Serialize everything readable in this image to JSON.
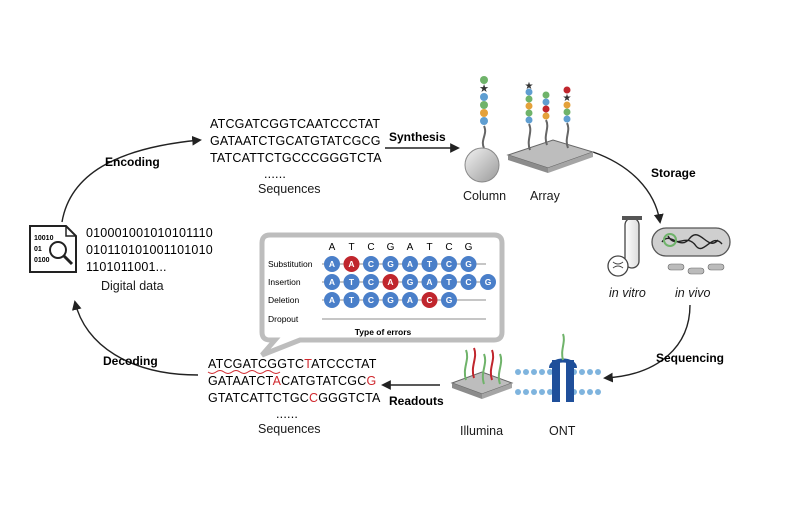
{
  "cycle_steps": {
    "encoding": "Encoding",
    "synthesis": "Synthesis",
    "storage": "Storage",
    "sequencing": "Sequencing",
    "readouts": "Readouts",
    "decoding": "Decoding"
  },
  "digital_data": {
    "bits": [
      "010001001010101110",
      "010110101001101010",
      "1101011001..."
    ],
    "label": "Digital data",
    "icon_text": [
      "10010",
      "01",
      "0100"
    ]
  },
  "encoded_sequences": {
    "lines": [
      "ATCGATCGGTCAATCCCTAT",
      "GATAATCTGCATGTATCGCG",
      "TATCATTCTGCCCGGGTCTA"
    ],
    "ellipsis": "......",
    "label": "Sequences"
  },
  "synthesis_platforms": {
    "column": "Column",
    "array": "Array"
  },
  "storage_modes": {
    "in_vitro": "in vitro",
    "in_vivo": "in vivo"
  },
  "sequencing_platforms": {
    "illumina": "Illumina",
    "ont": "ONT"
  },
  "readout_sequences": {
    "lines": [
      [
        {
          "t": "ATCGATCGGTC",
          "err": false
        },
        {
          "t": "T",
          "err": true
        },
        {
          "t": "ATCCCTAT",
          "err": false
        }
      ],
      [
        {
          "t": "GATAATCT",
          "err": false
        },
        {
          "t": "A",
          "err": true
        },
        {
          "t": "CATGTATCGC",
          "err": false
        },
        {
          "t": "G",
          "err": true
        }
      ],
      [
        {
          "t": "GTATCATTCTGC",
          "err": false
        },
        {
          "t": "C",
          "err": true
        },
        {
          "t": "GGGTCTA",
          "err": false
        }
      ]
    ],
    "ellipsis": "......",
    "label": "Sequences"
  },
  "error_panel": {
    "header": [
      "A",
      "T",
      "C",
      "G",
      "A",
      "T",
      "C",
      "G"
    ],
    "rows": [
      {
        "label": "Substitution",
        "bases": [
          "A",
          "A",
          "C",
          "G",
          "A",
          "T",
          "C",
          "G"
        ],
        "error_index": 1
      },
      {
        "label": "Insertion",
        "bases": [
          "A",
          "T",
          "C",
          "A",
          "G",
          "A",
          "T",
          "C",
          "G"
        ],
        "error_index": 3
      },
      {
        "label": "Deletion",
        "bases": [
          "A",
          "T",
          "C",
          "G",
          "A",
          "C",
          "G"
        ],
        "error_index": 5
      },
      {
        "label": "Dropout",
        "bases": [],
        "error_index": -1
      }
    ],
    "footer": "Type of errors"
  },
  "colors": {
    "base_circle": "#4a7fc9",
    "error_circle": "#c0262d",
    "error_text": "#d0282e",
    "arrow": "#222222"
  }
}
